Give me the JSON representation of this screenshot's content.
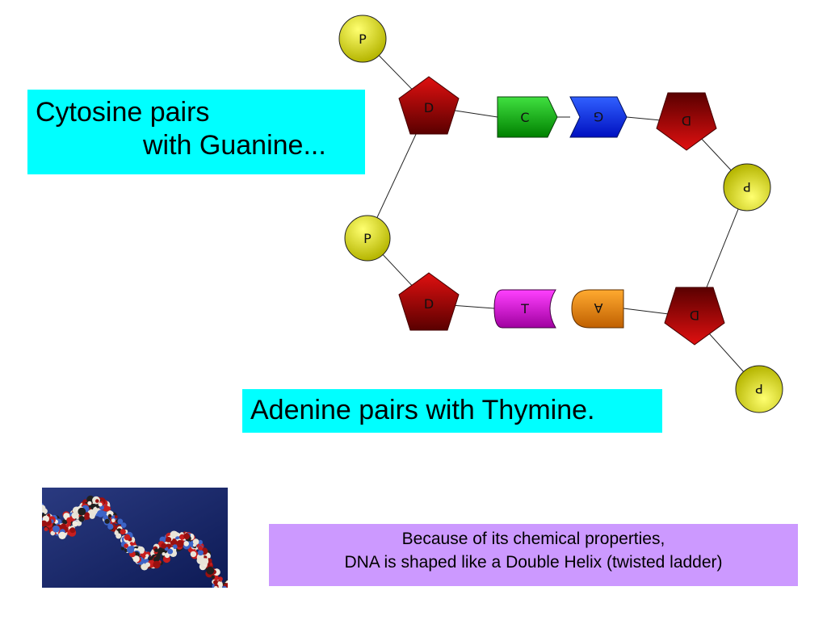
{
  "callouts": {
    "cytosine_line1": "Cytosine pairs",
    "cytosine_line2": "with Guanine...",
    "adenine": "Adenine pairs with Thymine."
  },
  "diagram": {
    "phosphate_label": "P",
    "deoxyribose_label": "D",
    "cytosine_label": "C",
    "guanine_label": "G",
    "thymine_label": "T",
    "adenine_label": "A",
    "colors": {
      "phosphate": "#e6e600",
      "deoxyribose": "#c00000",
      "cytosine": "#00c000",
      "guanine": "#0030ff",
      "thymine": "#dd00dd",
      "adenine": "#ee8800"
    }
  },
  "caption": {
    "line1": "Because of its chemical properties,",
    "line2": "DNA is shaped like a Double Helix (twisted ladder)"
  },
  "photo": {
    "icon": "dna-double-helix-image"
  }
}
